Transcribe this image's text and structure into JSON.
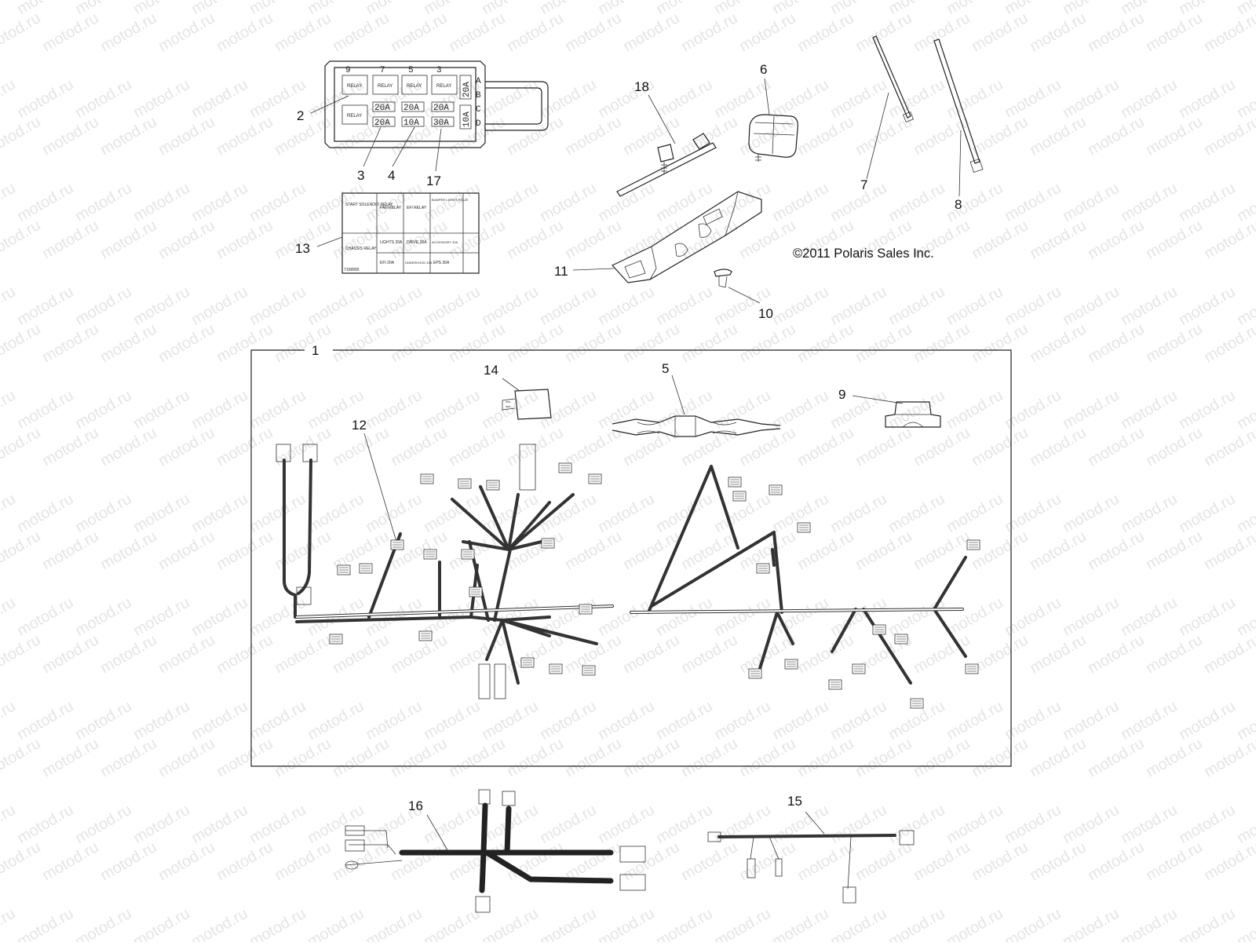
{
  "watermark": "motod.ru",
  "copyright": "©2011 Polaris Sales Inc.",
  "callouts": {
    "c1": "1",
    "c2": "2",
    "c3": "3",
    "c4": "4",
    "c5": "5",
    "c6": "6",
    "c7": "7",
    "c8": "8",
    "c9": "9",
    "c10": "10",
    "c11": "11",
    "c12": "12",
    "c13": "13",
    "c14": "14",
    "c15": "15",
    "c16": "16",
    "c17": "17",
    "c18": "18"
  },
  "fuse_box": {
    "columns": [
      "9",
      "7",
      "5",
      "3"
    ],
    "rows": [
      "A",
      "B",
      "C",
      "D"
    ],
    "relay_label": "RELAY",
    "fuses": [
      "20A",
      "20A",
      "20A",
      "20A",
      "10A",
      "30A",
      "20A",
      "10A"
    ]
  },
  "fuse_label": {
    "cells": [
      "START SOLENOID RELAY",
      "FAN RELAY",
      "EFI RELAY",
      "BUMPER LIGHTS RELAY",
      "CHASSIS RELAY",
      "LIGHTS 20A",
      "DRIVE 20A",
      "ACCESSORY 20A",
      "EFI 20A",
      "UNDERHOOD 10A",
      "EPS 30A"
    ],
    "part_no": "7158900"
  }
}
